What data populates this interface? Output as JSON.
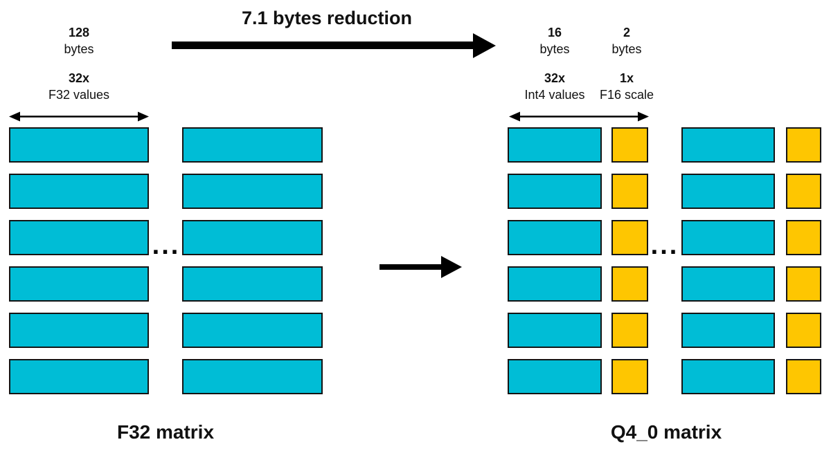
{
  "header": {
    "title": "7.1 bytes reduction"
  },
  "left_matrix": {
    "size_label": {
      "value": "128",
      "unit": "bytes"
    },
    "width_label": {
      "value": "32x",
      "unit": "F32 values"
    },
    "ellipsis": "...",
    "caption": "F32 matrix",
    "rows": 6,
    "columns": 2
  },
  "right_matrix": {
    "values_size_label": {
      "value": "16",
      "unit": "bytes"
    },
    "scale_size_label": {
      "value": "2",
      "unit": "bytes"
    },
    "values_width_label": {
      "value": "32x",
      "unit": "Int4 values"
    },
    "scale_width_label": {
      "value": "1x",
      "unit": "F16 scale"
    },
    "ellipsis": "...",
    "caption": "Q4_0 matrix",
    "rows": 6,
    "groups": 2
  },
  "colors": {
    "value_block": "#00bdd6",
    "scale_block": "#fec601",
    "arrow": "#000000"
  }
}
